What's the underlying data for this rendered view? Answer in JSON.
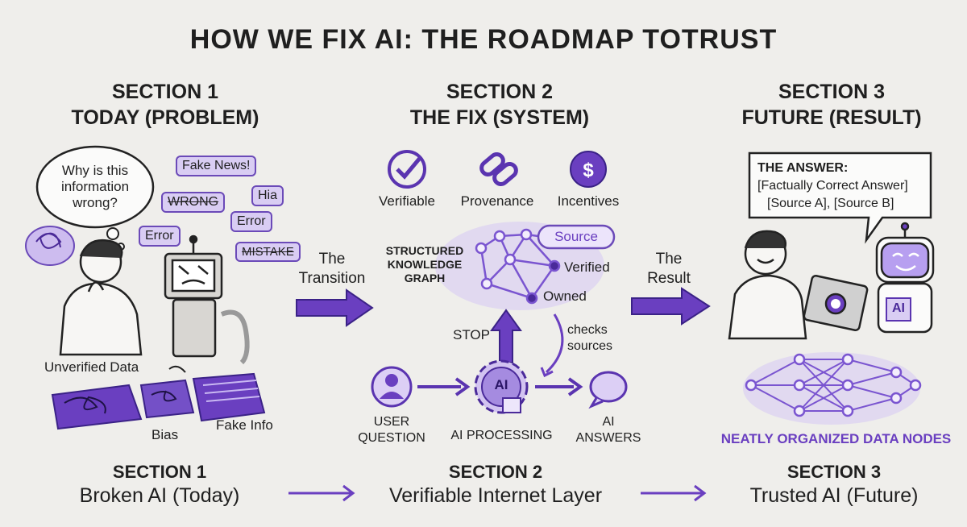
{
  "title": "HOW WE FIX AI: THE ROADMAP TOTRUST",
  "sections": [
    {
      "num": "SECTION 1",
      "heading": "TODAY (PROBLEM)"
    },
    {
      "num": "SECTION 2",
      "heading": "THE FIX (SYSTEM)"
    },
    {
      "num": "SECTION 3",
      "heading": "FUTURE (RESULT)"
    }
  ],
  "problem": {
    "thought": "Why is this information wrong?",
    "thought_lines": [
      "Why is this",
      "information",
      "wrong?"
    ],
    "bubbles": [
      "Fake News!",
      "WRONG",
      "Hia",
      "Error",
      "Error",
      "MISTAKE"
    ],
    "labels": {
      "unverified": "Unverified Data",
      "bias": "Bias",
      "fake_info": "Fake Info"
    }
  },
  "transition": {
    "line1": "The",
    "line2": "Transition"
  },
  "fix": {
    "pillars": [
      {
        "label": "Verifiable",
        "icon": "checkmark-icon"
      },
      {
        "label": "Provenance",
        "icon": "chain-link-icon"
      },
      {
        "label": "Incentives",
        "icon": "dollar-icon"
      }
    ],
    "graph_label": [
      "STRUCTURED",
      "KNOWLEDGE",
      "GRAPH"
    ],
    "graph_tags": {
      "source": "Source",
      "verified": "Verified",
      "owned": "Owned"
    },
    "stop": "STOP",
    "checks": [
      "checks",
      "sources"
    ],
    "flow": {
      "user": [
        "USER",
        "QUESTION"
      ],
      "processing": "AI PROCESSING",
      "answers": [
        "AI",
        "ANSWERS"
      ],
      "chip": "AI"
    }
  },
  "result": {
    "line1": "The",
    "line2": "Result"
  },
  "future": {
    "answer_title": "THE ANSWER:",
    "answer_line": "[Factually Correct Answer]",
    "sources_line": "[Source A], [Source B]",
    "robot_badge": "AI",
    "nodes_label": "NEATLY ORGANIZED DATA NODES"
  },
  "footer": [
    {
      "num": "SECTION 1",
      "name": "Broken AI (Today)"
    },
    {
      "num": "SECTION 2",
      "name": "Verifiable Internet Layer"
    },
    {
      "num": "SECTION 3",
      "name": "Trusted AI (Future)"
    }
  ],
  "colors": {
    "accent": "#6a3fc0",
    "accent_light": "#d9cdf3",
    "background": "#efeeeb",
    "ink": "#1f1f1f"
  }
}
